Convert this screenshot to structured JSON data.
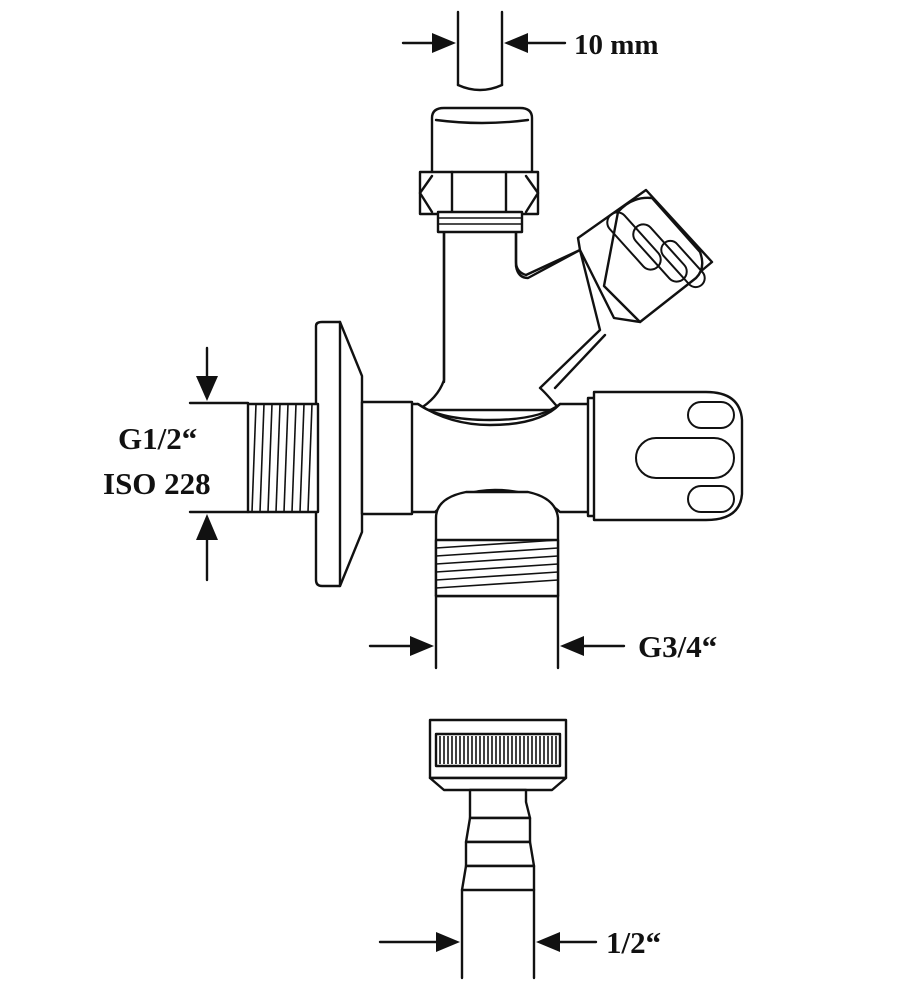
{
  "labels": {
    "tube_diameter": "10 mm",
    "wall_thread_line1": "G1/2“",
    "wall_thread_line2": "ISO 228",
    "outlet_thread": "G3/4“",
    "hose_diameter": "1/2“"
  }
}
